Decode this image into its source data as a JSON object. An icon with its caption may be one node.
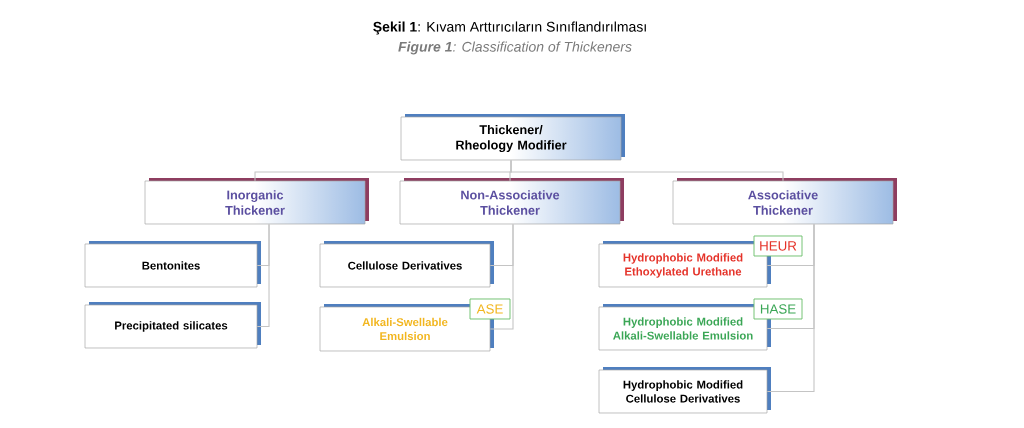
{
  "diagram": {
    "title": "**Şekil 1**: Kıvam Arttırıcıların Sınıflandırılması",
    "caption": "**Figure 1**: Classification of Thickeners",
    "nodes": [
      {
        "text": [
          "Thickener/ Rheology Modifier"
        ]
      },
      {
        "text": [
          "Inorganic Thickener"
        ]
      },
      {
        "text": [
          "Non-Associative Thickener"
        ]
      },
      {
        "text": [
          "Associative Thickener"
        ]
      },
      {
        "text": [
          "Bentonites"
        ]
      },
      {
        "text": [
          "Precipitated silicates"
        ]
      },
      {
        "text": [
          "Cellulose Derivatives"
        ]
      },
      {
        "text": [
          "Alkali-Swellable Emulsion"
        ]
      },
      {
        "text": [
          "ASE"
        ]
      },
      {
        "text": [
          "Hydrophobic Modified Ethoxylated Urethane"
        ]
      },
      {
        "text": [
          "HEUR"
        ]
      },
      {
        "text": [
          "Hydrophobic Modified Alkali-Swellable Emulsion"
        ]
      },
      {
        "text": [
          "HASE"
        ]
      },
      {
        "text": [
          "Hydrophobic Modified Cellulose Derivatives"
        ]
      }
    ],
    "edges": [
      {
        "from": 0,
        "to": 1,
        "arrow": "none"
      },
      {
        "from": 0,
        "to": 2,
        "arrow": "none"
      },
      {
        "from": 0,
        "to": 3,
        "arrow": "none"
      },
      {
        "from": 1,
        "to": 4,
        "arrow": "none"
      },
      {
        "from": 1,
        "to": 5,
        "arrow": "none"
      },
      {
        "from": 2,
        "to": 6,
        "arrow": "none"
      },
      {
        "from": 2,
        "to": 7,
        "arrow": "none"
      },
      {
        "from": 3,
        "to": 9,
        "arrow": "none"
      },
      {
        "from": 3,
        "to": 11,
        "arrow": "none"
      },
      {
        "from": 3,
        "to": 13,
        "arrow": "none"
      }
    ]
  }
}
